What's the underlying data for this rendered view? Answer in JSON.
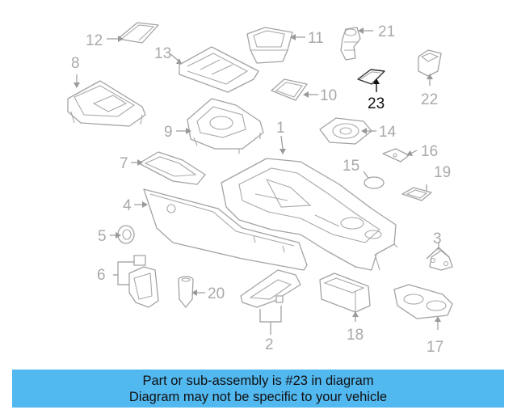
{
  "diagram": {
    "labels": [
      "1",
      "2",
      "3",
      "4",
      "5",
      "6",
      "7",
      "8",
      "9",
      "10",
      "11",
      "12",
      "13",
      "14",
      "15",
      "16",
      "17",
      "18",
      "19",
      "20",
      "21",
      "22",
      "23"
    ],
    "highlighted_part": "23"
  },
  "colors": {
    "highlight_fill": "#5bb6e8",
    "banner_fill": "#52b8f0",
    "line_gray": "#a3a3a3",
    "label_gray": "#a9a9a9",
    "highlight_text": "#111111"
  },
  "banner": {
    "line1": "Part or sub-assembly is #23 in diagram",
    "line2": "Diagram may not be specific to your vehicle"
  }
}
